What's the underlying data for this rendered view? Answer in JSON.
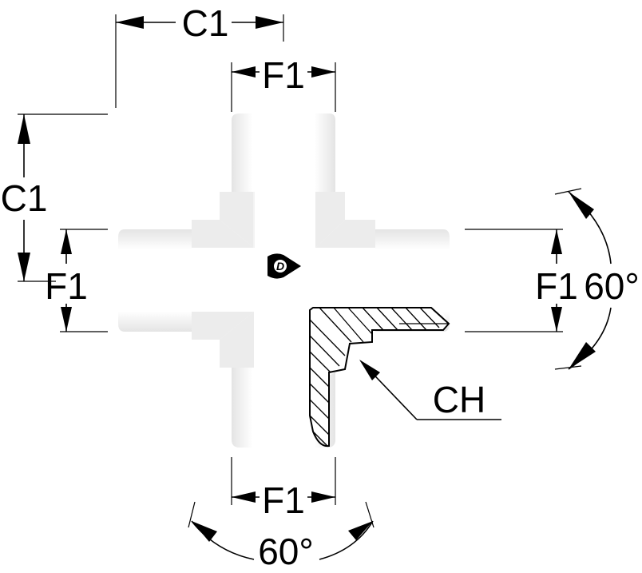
{
  "labels": {
    "c1_top": "C1",
    "c1_left": "C1",
    "f1_top": "F1",
    "f1_left": "F1",
    "f1_right": "F1",
    "f1_bottom": "F1",
    "angle_right": "60°",
    "angle_bottom": "60°",
    "ch": "CH"
  },
  "logo": {
    "name": "dunlop-logo",
    "letter": "D"
  },
  "colors": {
    "ink": "#000000",
    "body": "#ffffff",
    "shade": "#ececec"
  }
}
